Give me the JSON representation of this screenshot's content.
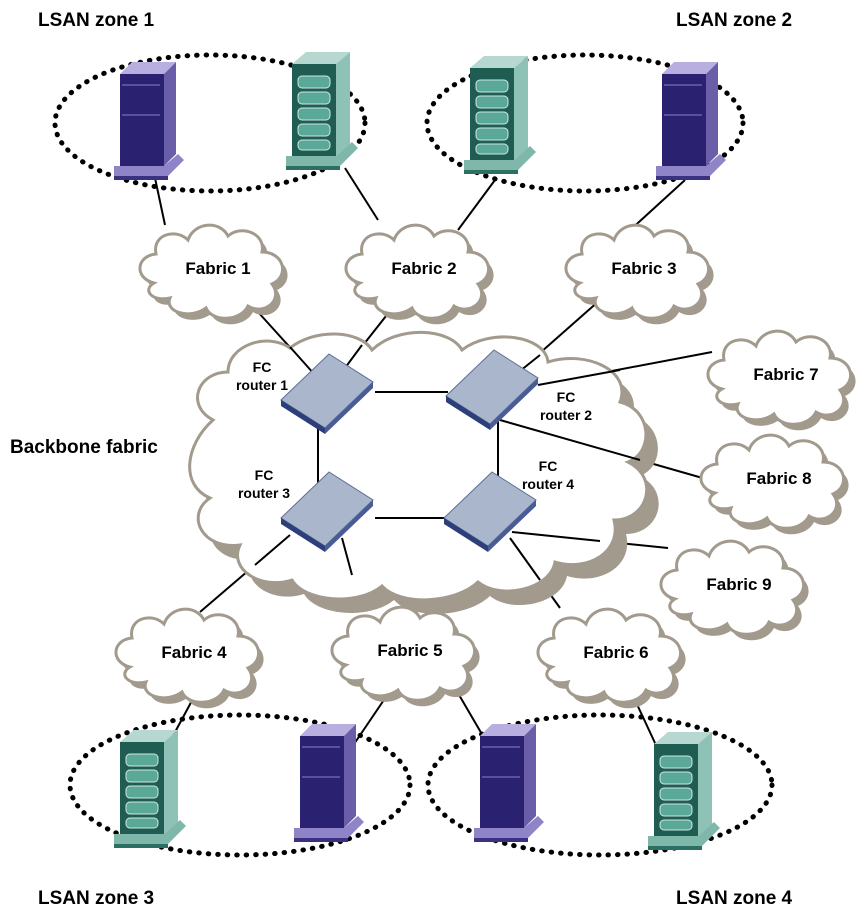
{
  "zones": {
    "z1": "LSAN zone 1",
    "z2": "LSAN zone 2",
    "z3": "LSAN zone 3",
    "z4": "LSAN zone 4"
  },
  "fabrics": {
    "f1": "Fabric 1",
    "f2": "Fabric 2",
    "f3": "Fabric 3",
    "f4": "Fabric 4",
    "f5": "Fabric 5",
    "f6": "Fabric 6",
    "f7": "Fabric 7",
    "f8": "Fabric 8",
    "f9": "Fabric 9"
  },
  "backbone": {
    "label": "Backbone fabric"
  },
  "routers": {
    "r1": {
      "line1": "FC",
      "line2": "router 1"
    },
    "r2": {
      "line1": "FC",
      "line2": "router 2"
    },
    "r3": {
      "line1": "FC",
      "line2": "router 3"
    },
    "r4": {
      "line1": "FC",
      "line2": "router 4"
    }
  },
  "colors": {
    "cloud_outline": "#a39a8e",
    "router_fill": "#a9b6cc",
    "server_purple": "#6b5ea8",
    "storage_teal": "#3f8e80"
  }
}
